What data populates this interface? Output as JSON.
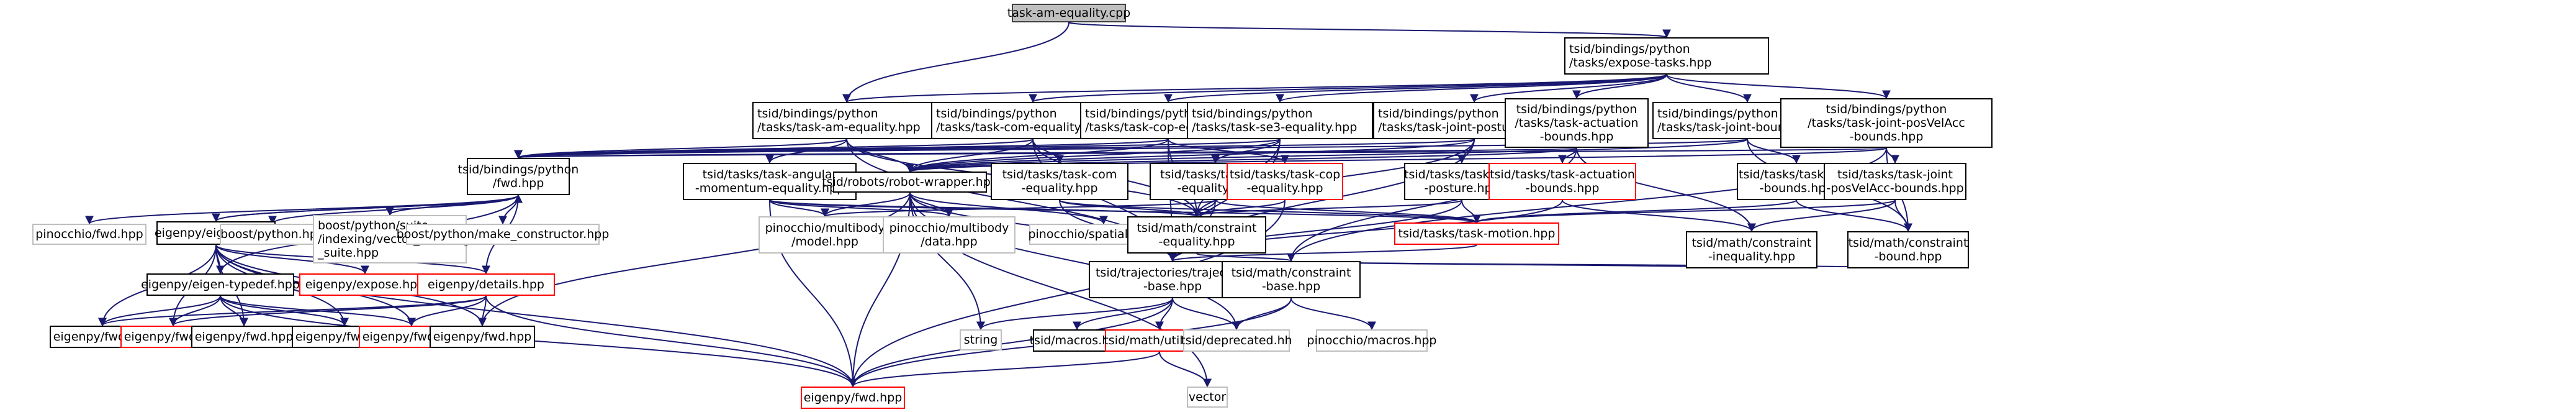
{
  "title": "task-am-equality.cpp include dependency graph",
  "colors": {
    "edge": "#191970",
    "node_border": "#000000",
    "external_border": "#bfbfbf",
    "truncated_border": "#ff0000",
    "root_fill": "#bfbfbf"
  },
  "nodes": [
    {
      "id": "root",
      "label": "task-am-equality.cpp",
      "kind": "root"
    },
    {
      "id": "expose",
      "label": "tsid/bindings/python\n/tasks/expose-tasks.hpp",
      "kind": "normal"
    },
    {
      "id": "py_am",
      "label": "tsid/bindings/python\n/tasks/task-am-equality.hpp",
      "kind": "normal"
    },
    {
      "id": "py_com",
      "label": "tsid/bindings/python\n/tasks/task-com-equality.hpp",
      "kind": "normal"
    },
    {
      "id": "py_cop",
      "label": "tsid/bindings/python\n/tasks/task-cop-equality.hpp",
      "kind": "normal"
    },
    {
      "id": "py_se3",
      "label": "tsid/bindings/python\n/tasks/task-se3-equality.hpp",
      "kind": "normal"
    },
    {
      "id": "py_posture",
      "label": "tsid/bindings/python\n/tasks/task-joint-posture.hpp",
      "kind": "normal"
    },
    {
      "id": "py_act",
      "label": "tsid/bindings/python\n/tasks/task-actuation\n-bounds.hpp",
      "kind": "normal"
    },
    {
      "id": "py_jb",
      "label": "tsid/bindings/python\n/tasks/task-joint-bounds.hpp",
      "kind": "normal"
    },
    {
      "id": "py_pva",
      "label": "tsid/bindings/python\n/tasks/task-joint-posVelAcc\n-bounds.hpp",
      "kind": "normal"
    },
    {
      "id": "py_fwd",
      "label": "tsid/bindings/python\n/fwd.hpp",
      "kind": "normal"
    },
    {
      "id": "t_am",
      "label": "tsid/tasks/task-angular\n-momentum-equality.hpp",
      "kind": "normal"
    },
    {
      "id": "robot",
      "label": "tsid/robots/robot-wrapper.hpp",
      "kind": "normal"
    },
    {
      "id": "t_com",
      "label": "tsid/tasks/task-com\n-equality.hpp",
      "kind": "normal"
    },
    {
      "id": "t_se3",
      "label": "tsid/tasks/task-se3\n-equality.hpp",
      "kind": "normal"
    },
    {
      "id": "t_cop",
      "label": "tsid/tasks/task-cop\n-equality.hpp",
      "kind": "red"
    },
    {
      "id": "t_posture",
      "label": "tsid/tasks/task-joint\n-posture.hpp",
      "kind": "normal"
    },
    {
      "id": "t_act",
      "label": "tsid/tasks/task-actuation\n-bounds.hpp",
      "kind": "red"
    },
    {
      "id": "t_jb",
      "label": "tsid/tasks/task-joint\n-bounds.hpp",
      "kind": "normal"
    },
    {
      "id": "t_pva",
      "label": "tsid/tasks/task-joint\n-posVelAcc-bounds.hpp",
      "kind": "normal"
    },
    {
      "id": "pin_fwd",
      "label": "pinocchio/fwd.hpp",
      "kind": "ext"
    },
    {
      "id": "eigenpy",
      "label": "eigenpy/eigenpy.hpp",
      "kind": "normal"
    },
    {
      "id": "bp",
      "label": "boost/python.hpp",
      "kind": "ext"
    },
    {
      "id": "bp_suite",
      "label": "boost/python/suite\n/indexing/vector_indexing\n_suite.hpp",
      "kind": "ext"
    },
    {
      "id": "bp_mc",
      "label": "boost/python/make_constructor.hpp",
      "kind": "ext"
    },
    {
      "id": "pin_model",
      "label": "pinocchio/multibody\n/model.hpp",
      "kind": "ext"
    },
    {
      "id": "pin_data",
      "label": "pinocchio/multibody\n/data.hpp",
      "kind": "ext"
    },
    {
      "id": "pin_spatial",
      "label": "pinocchio/spatial/fwd.hpp",
      "kind": "ext"
    },
    {
      "id": "c_eq",
      "label": "tsid/math/constraint\n-equality.hpp",
      "kind": "normal"
    },
    {
      "id": "t_motion",
      "label": "tsid/tasks/task-motion.hpp",
      "kind": "red"
    },
    {
      "id": "c_ineq",
      "label": "tsid/math/constraint\n-inequality.hpp",
      "kind": "normal"
    },
    {
      "id": "c_bound",
      "label": "tsid/math/constraint\n-bound.hpp",
      "kind": "normal"
    },
    {
      "id": "typedef",
      "label": "eigenpy/eigen-typedef.hpp",
      "kind": "normal"
    },
    {
      "id": "expose_h",
      "label": "eigenpy/expose.hpp",
      "kind": "red"
    },
    {
      "id": "details",
      "label": "eigenpy/details.hpp",
      "kind": "red"
    },
    {
      "id": "traj",
      "label": "tsid/trajectories/trajectory\n-base.hpp",
      "kind": "normal"
    },
    {
      "id": "c_base",
      "label": "tsid/math/constraint\n-base.hpp",
      "kind": "normal"
    },
    {
      "id": "e_fwd1",
      "label": "eigenpy/fwd.hpp",
      "kind": "normal"
    },
    {
      "id": "e_fwd2",
      "label": "eigenpy/fwd.hpp",
      "kind": "red"
    },
    {
      "id": "e_fwd3",
      "label": "eigenpy/fwd.hpp",
      "kind": "normal"
    },
    {
      "id": "e_fwd4",
      "label": "eigenpy/fwd.hpp",
      "kind": "normal"
    },
    {
      "id": "e_fwd5",
      "label": "eigenpy/fwd.hpp",
      "kind": "red"
    },
    {
      "id": "e_fwd6",
      "label": "eigenpy/fwd.hpp",
      "kind": "normal"
    },
    {
      "id": "string",
      "label": "string",
      "kind": "ext"
    },
    {
      "id": "macros",
      "label": "tsid/macros.hpp",
      "kind": "normal"
    },
    {
      "id": "utils",
      "label": "tsid/math/utils.hpp",
      "kind": "red"
    },
    {
      "id": "deprecated",
      "label": "tsid/deprecated.hh",
      "kind": "ext"
    },
    {
      "id": "pin_macros",
      "label": "pinocchio/macros.hpp",
      "kind": "ext"
    },
    {
      "id": "e_fwd_bottom",
      "label": "eigenpy/fwd.hpp",
      "kind": "red"
    },
    {
      "id": "vector",
      "label": "vector",
      "kind": "ext"
    }
  ],
  "edges": [
    [
      "root",
      "expose"
    ],
    [
      "root",
      "py_am"
    ],
    [
      "expose",
      "py_am"
    ],
    [
      "expose",
      "py_com"
    ],
    [
      "expose",
      "py_cop"
    ],
    [
      "expose",
      "py_se3"
    ],
    [
      "expose",
      "py_posture"
    ],
    [
      "expose",
      "py_act"
    ],
    [
      "expose",
      "py_jb"
    ],
    [
      "expose",
      "py_pva"
    ],
    [
      "py_am",
      "py_fwd"
    ],
    [
      "py_am",
      "t_am"
    ],
    [
      "py_am",
      "robot"
    ],
    [
      "py_am",
      "c_eq"
    ],
    [
      "py_am",
      "traj"
    ],
    [
      "py_com",
      "py_fwd"
    ],
    [
      "py_com",
      "robot"
    ],
    [
      "py_com",
      "t_com"
    ],
    [
      "py_com",
      "c_eq"
    ],
    [
      "py_com",
      "traj"
    ],
    [
      "py_cop",
      "py_fwd"
    ],
    [
      "py_cop",
      "robot"
    ],
    [
      "py_cop",
      "t_cop"
    ],
    [
      "py_cop",
      "c_eq"
    ],
    [
      "py_cop",
      "traj"
    ],
    [
      "py_se3",
      "py_fwd"
    ],
    [
      "py_se3",
      "robot"
    ],
    [
      "py_se3",
      "t_se3"
    ],
    [
      "py_se3",
      "c_eq"
    ],
    [
      "py_se3",
      "traj"
    ],
    [
      "py_posture",
      "py_fwd"
    ],
    [
      "py_posture",
      "robot"
    ],
    [
      "py_posture",
      "t_posture"
    ],
    [
      "py_posture",
      "c_eq"
    ],
    [
      "py_posture",
      "traj"
    ],
    [
      "py_act",
      "py_fwd"
    ],
    [
      "py_act",
      "robot"
    ],
    [
      "py_act",
      "t_act"
    ],
    [
      "py_act",
      "c_ineq"
    ],
    [
      "py_act",
      "c_base"
    ],
    [
      "py_jb",
      "py_fwd"
    ],
    [
      "py_jb",
      "robot"
    ],
    [
      "py_jb",
      "t_jb"
    ],
    [
      "py_jb",
      "c_bound"
    ],
    [
      "py_pva",
      "py_fwd"
    ],
    [
      "py_pva",
      "robot"
    ],
    [
      "py_pva",
      "t_pva"
    ],
    [
      "py_pva",
      "c_bound"
    ],
    [
      "py_pva",
      "c_base"
    ],
    [
      "py_fwd",
      "pin_fwd"
    ],
    [
      "py_fwd",
      "eigenpy"
    ],
    [
      "py_fwd",
      "bp"
    ],
    [
      "py_fwd",
      "bp_suite"
    ],
    [
      "py_fwd",
      "bp_mc"
    ],
    [
      "eigenpy",
      "py_fwd"
    ],
    [
      "eigenpy",
      "typedef"
    ],
    [
      "eigenpy",
      "expose_h"
    ],
    [
      "eigenpy",
      "details"
    ],
    [
      "eigenpy",
      "e_fwd1"
    ],
    [
      "eigenpy",
      "e_fwd2"
    ],
    [
      "eigenpy",
      "e_fwd3"
    ],
    [
      "eigenpy",
      "e_fwd4"
    ],
    [
      "eigenpy",
      "e_fwd5"
    ],
    [
      "eigenpy",
      "e_fwd6"
    ],
    [
      "eigenpy",
      "e_fwd_bottom"
    ],
    [
      "typedef",
      "py_fwd"
    ],
    [
      "typedef",
      "e_fwd1"
    ],
    [
      "typedef",
      "e_fwd2"
    ],
    [
      "typedef",
      "e_fwd3"
    ],
    [
      "typedef",
      "e_fwd4"
    ],
    [
      "typedef",
      "e_fwd5"
    ],
    [
      "typedef",
      "e_fwd_bottom"
    ],
    [
      "details",
      "py_fwd"
    ],
    [
      "details",
      "e_fwd1"
    ],
    [
      "details",
      "e_fwd2"
    ],
    [
      "details",
      "e_fwd5"
    ],
    [
      "details",
      "e_fwd6"
    ],
    [
      "details",
      "e_fwd_bottom"
    ],
    [
      "t_am",
      "pin_model"
    ],
    [
      "t_am",
      "pin_data"
    ],
    [
      "t_am",
      "t_motion"
    ],
    [
      "t_am",
      "c_eq"
    ],
    [
      "t_am",
      "e_fwd_bottom"
    ],
    [
      "robot",
      "pin_model"
    ],
    [
      "robot",
      "pin_data"
    ],
    [
      "robot",
      "pin_spatial"
    ],
    [
      "robot",
      "string"
    ],
    [
      "robot",
      "e_fwd6"
    ],
    [
      "robot",
      "deprecated"
    ],
    [
      "robot",
      "e_fwd_bottom"
    ],
    [
      "robot",
      "vector"
    ],
    [
      "robot",
      "traj"
    ],
    [
      "t_com",
      "t_motion"
    ],
    [
      "t_com",
      "c_eq"
    ],
    [
      "t_com",
      "traj"
    ],
    [
      "t_se3",
      "t_motion"
    ],
    [
      "t_se3",
      "c_eq"
    ],
    [
      "t_se3",
      "traj"
    ],
    [
      "t_se3",
      "pin_model"
    ],
    [
      "t_cop",
      "c_eq"
    ],
    [
      "t_cop",
      "e_fwd_bottom"
    ],
    [
      "t_posture",
      "t_motion"
    ],
    [
      "t_posture",
      "c_eq"
    ],
    [
      "t_posture",
      "traj"
    ],
    [
      "t_act",
      "c_ineq"
    ],
    [
      "t_act",
      "traj"
    ],
    [
      "t_jb",
      "t_motion"
    ],
    [
      "t_jb",
      "c_bound"
    ],
    [
      "t_pva",
      "t_motion"
    ],
    [
      "t_pva",
      "c_bound"
    ],
    [
      "t_pva",
      "c_ineq"
    ],
    [
      "c_eq",
      "c_base"
    ],
    [
      "t_motion",
      "traj"
    ],
    [
      "c_ineq",
      "c_base"
    ],
    [
      "c_bound",
      "c_base"
    ],
    [
      "traj",
      "string"
    ],
    [
      "traj",
      "macros"
    ],
    [
      "traj",
      "utils"
    ],
    [
      "traj",
      "deprecated"
    ],
    [
      "traj",
      "e_fwd_bottom"
    ],
    [
      "c_base",
      "pin_macros"
    ],
    [
      "c_base",
      "deprecated"
    ],
    [
      "c_base",
      "e_fwd_bottom"
    ],
    [
      "utils",
      "e_fwd_bottom"
    ],
    [
      "utils",
      "vector"
    ]
  ]
}
